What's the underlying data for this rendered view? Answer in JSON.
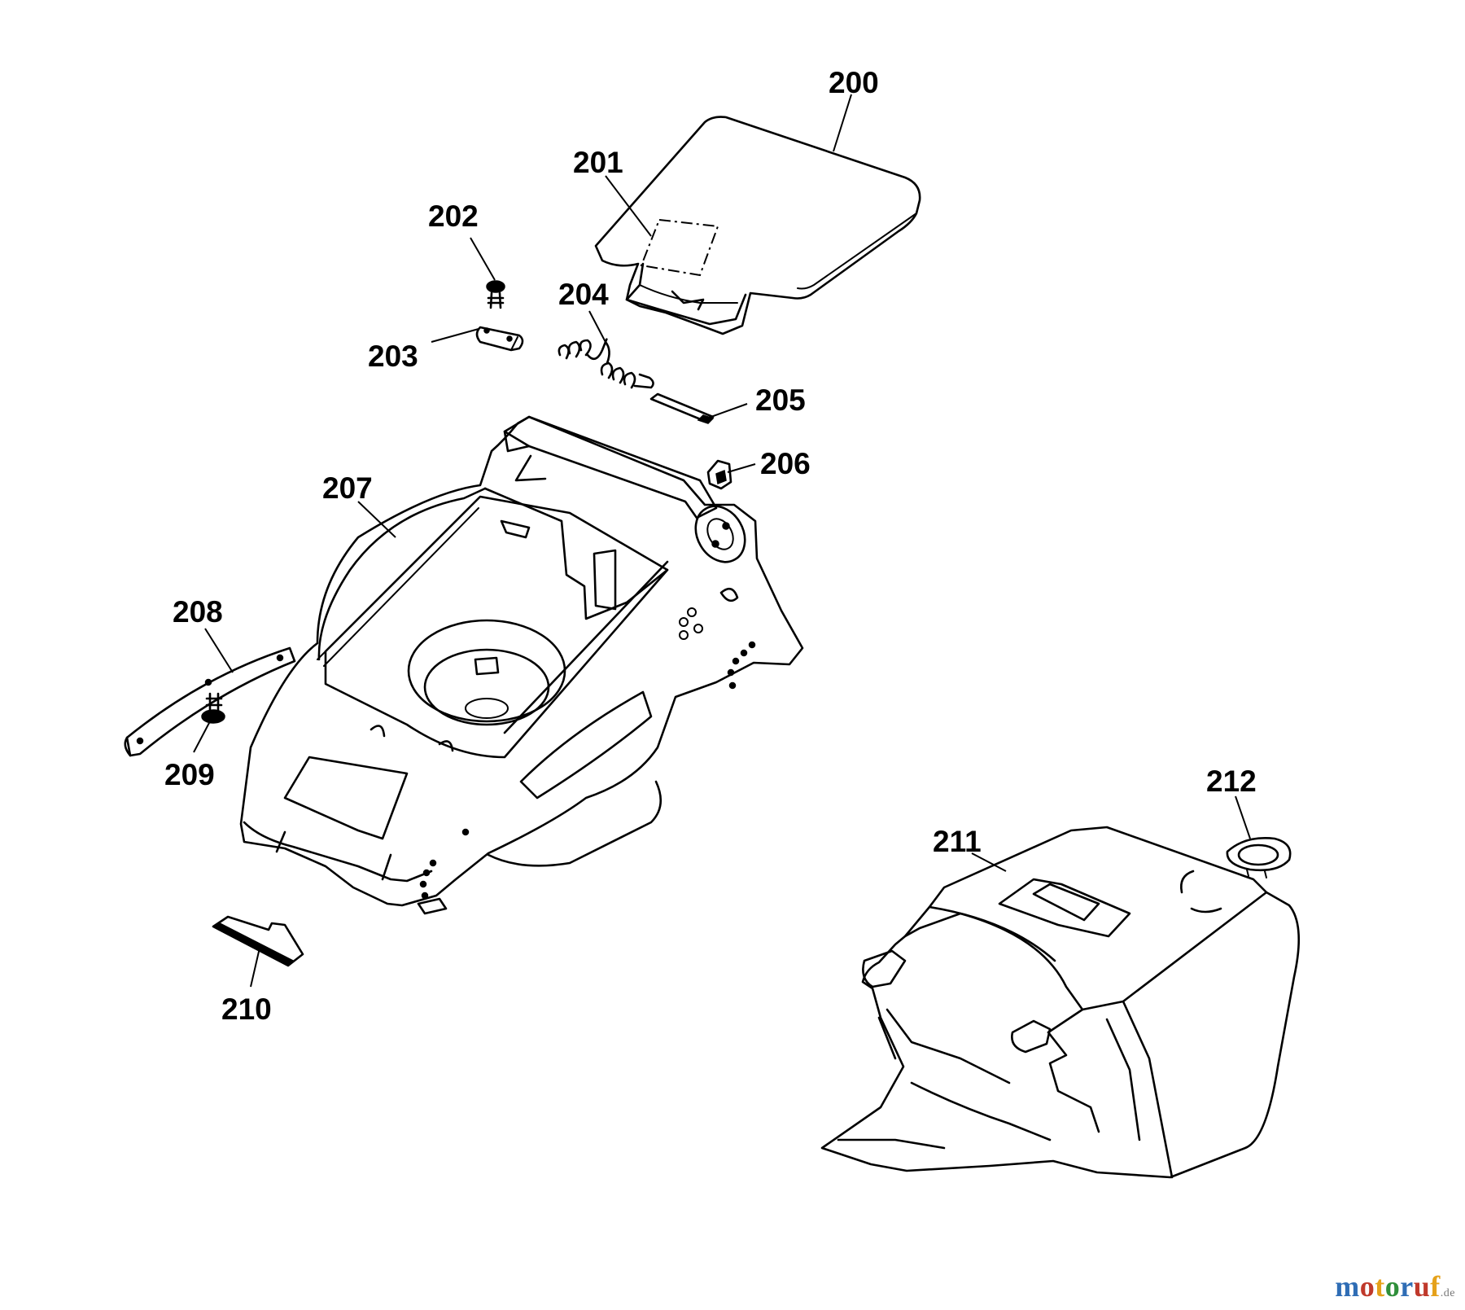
{
  "callouts": {
    "p200": "200",
    "p201": "201",
    "p202": "202",
    "p203": "203",
    "p204": "204",
    "p205": "205",
    "p206": "206",
    "p207": "207",
    "p208": "208",
    "p209": "209",
    "p210": "210",
    "p211": "211",
    "p212": "212"
  },
  "watermark": {
    "letters": [
      "m",
      "o",
      "t",
      "o",
      "r",
      "u",
      "f"
    ],
    "colors": [
      "#2f6db5",
      "#c0392b",
      "#e5a11a",
      "#2f8f3a",
      "#2f6db5",
      "#c0392b",
      "#e5a11a"
    ],
    "suffix": ".de"
  }
}
